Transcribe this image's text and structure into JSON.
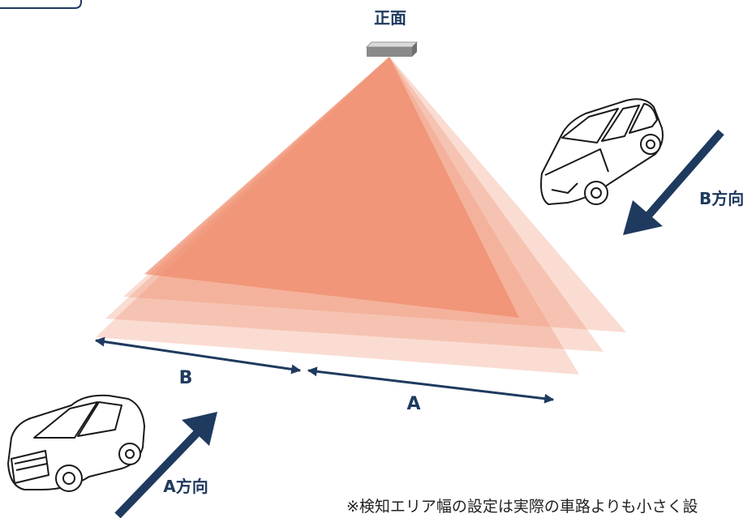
{
  "labels": {
    "front": "正面",
    "direction_b": "B方向",
    "direction_a": "A方向",
    "segment_b": "B",
    "segment_a": "A"
  },
  "note": "※検知エリア幅の設定は実際の車路よりも小さく設",
  "colors": {
    "beam": "#f08a6a",
    "arrow": "#1f3a5f",
    "text": "#1f3a5f",
    "sensor": "#8a8a8a"
  }
}
